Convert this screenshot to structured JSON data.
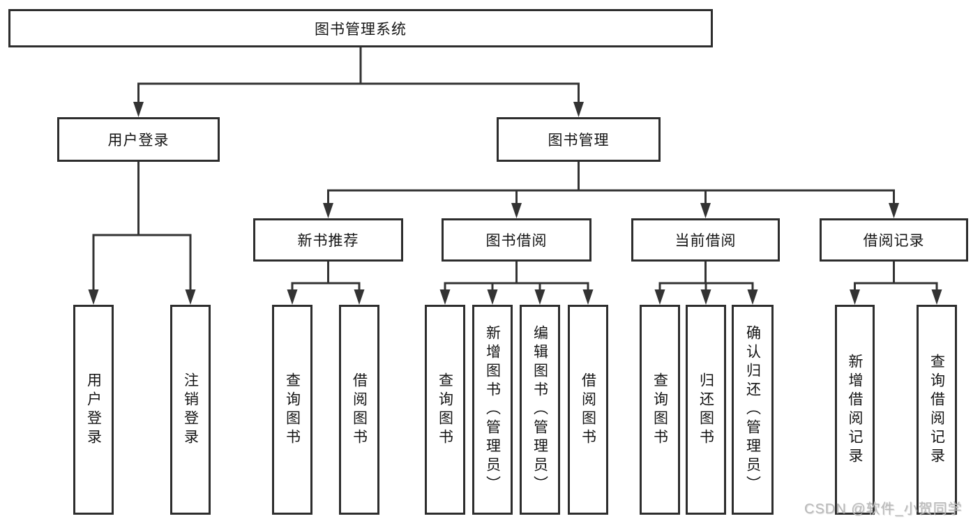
{
  "diagram": {
    "root": {
      "label": "图书管理系统"
    },
    "level2": [
      {
        "label": "用户登录"
      },
      {
        "label": "图书管理"
      }
    ],
    "level3": [
      {
        "label": "新书推荐"
      },
      {
        "label": "图书借阅"
      },
      {
        "label": "当前借阅"
      },
      {
        "label": "借阅记录"
      }
    ],
    "leaves": [
      {
        "label": "用户登录"
      },
      {
        "label": "注销登录"
      },
      {
        "label": "查询图书"
      },
      {
        "label": "借阅图书"
      },
      {
        "label": "查询图书"
      },
      {
        "label": "新增图书（管理员）"
      },
      {
        "label": "编辑图书（管理员）"
      },
      {
        "label": "借阅图书"
      },
      {
        "label": "查询图书"
      },
      {
        "label": "归还图书"
      },
      {
        "label": "确认归还（管理员）"
      },
      {
        "label": "新增借阅记录"
      },
      {
        "label": "查询借阅记录"
      }
    ],
    "watermark": "CSDN @软件_小贺同学",
    "colors": {
      "line": "#333333",
      "box_border": "#2d2d2d",
      "box_background": "#ffffff",
      "text": "#141414",
      "watermark": "#b9b9b9",
      "page_background": "#ffffff"
    }
  }
}
